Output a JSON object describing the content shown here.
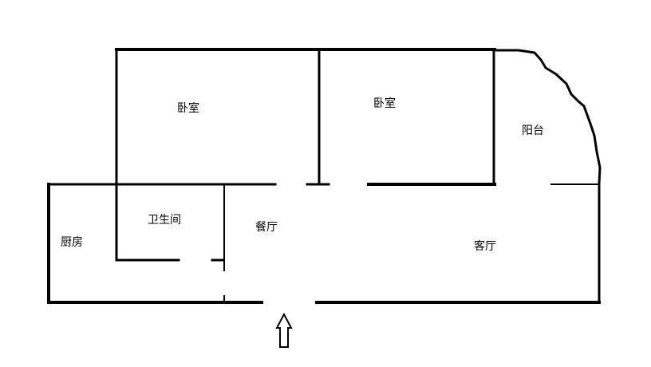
{
  "rooms": {
    "bedroom_left": "卧室",
    "bedroom_right": "卧室",
    "balcony": "阳台",
    "bathroom": "卫生间",
    "kitchen": "厨房",
    "dining": "餐厅",
    "living": "客厅"
  },
  "colors": {
    "wall": "#000000",
    "background": "#ffffff"
  },
  "icons": {
    "entrance": "up-arrow-icon"
  }
}
